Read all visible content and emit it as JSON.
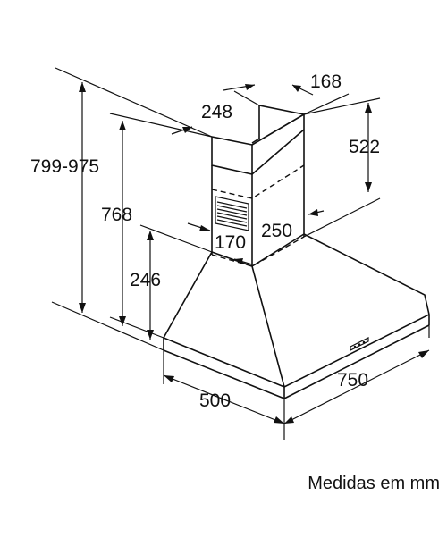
{
  "dimensions": {
    "height_range": "799-975",
    "chimney_width": "248",
    "chimney_depth_top": "168",
    "chimney_height": "522",
    "height_to_hood": "768",
    "hood_height": "246",
    "chimney_width_bottom": "170",
    "chimney_depth_bottom": "250",
    "hood_depth": "500",
    "hood_width": "750"
  },
  "caption": "Medidas em mm"
}
